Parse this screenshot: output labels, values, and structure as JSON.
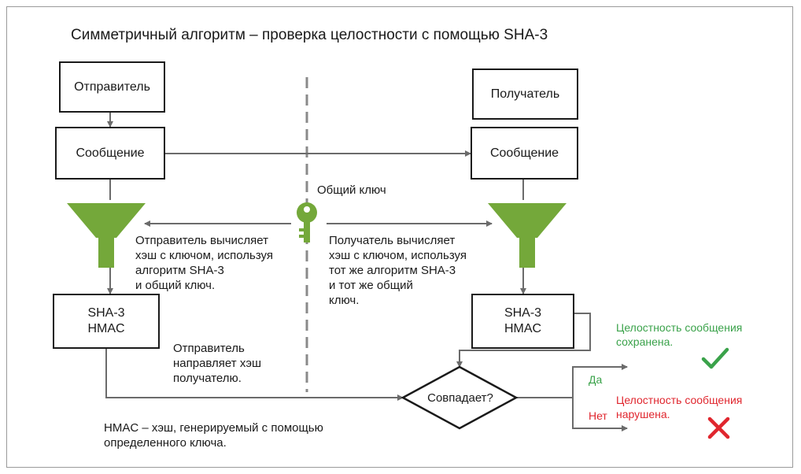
{
  "title": "Симметричный алгоритм – проверка целостности с помощью SHA-3",
  "sender": {
    "label": "Отправитель",
    "message": "Сообщение",
    "hmac": "SHA-3\nHMAC",
    "compute_note": [
      "Отправитель вычисляет",
      "хэш с ключом, используя",
      "алгоритм SHA-3",
      "и общий ключ."
    ],
    "send_note": [
      "Отправитель",
      "направляет хэш",
      "получателю."
    ]
  },
  "shared_key": "Общий ключ",
  "receiver": {
    "label": "Получатель",
    "message": "Сообщение",
    "hmac": "SHA-3\nHMAC",
    "compute_note": [
      "Получатель вычисляет",
      "хэш с ключом, используя",
      "тот же алгоритм SHA-3",
      "и тот же общий",
      "ключ."
    ]
  },
  "decision": {
    "question": "Совпадает?",
    "yes": "Да",
    "no": "Нет",
    "ok_result": [
      "Целостность сообщения",
      "сохранена."
    ],
    "fail_result": [
      "Целостность сообщения",
      "нарушена."
    ]
  },
  "footnote": [
    "HMAC – хэш, генерируемый с помощью",
    "определенного ключа."
  ],
  "colors": {
    "accent": "#74a83a",
    "ok": "#3aa24a",
    "fail": "#e0262e",
    "line": "#6b6b6b"
  },
  "icons": [
    "funnel-icon",
    "key-icon",
    "checkmark-icon",
    "cross-icon"
  ]
}
